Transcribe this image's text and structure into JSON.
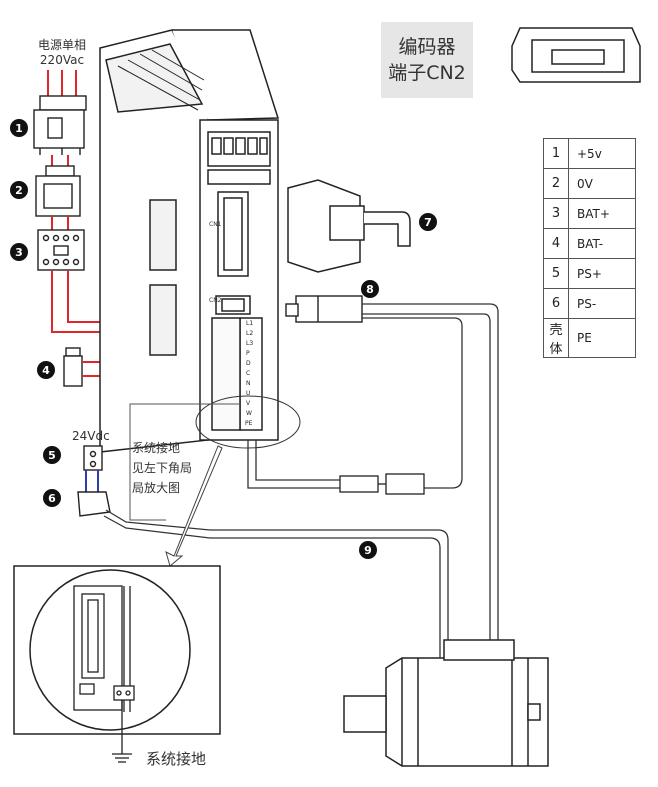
{
  "power_label": {
    "line1": "电源单相",
    "line2": "220Vac"
  },
  "encoder_title": {
    "line1": "编码器",
    "line2": "端子CN2"
  },
  "dc_label": "24Vdc",
  "ground_note": {
    "line1": "系统接地",
    "line2": "见左下角局",
    "line3": "局放大图"
  },
  "ground_label": "系统接地",
  "markers": [
    "1",
    "2",
    "3",
    "4",
    "5",
    "6",
    "7",
    "8",
    "9"
  ],
  "drive_labels": {
    "cn1": "CN1",
    "cn2": "CN2"
  },
  "terminal_labels": [
    "L1",
    "L2",
    "L3",
    "P",
    "D",
    "C",
    "N",
    "U",
    "V",
    "W",
    "PE"
  ],
  "pin_table": [
    {
      "pin": "1",
      "signal": "+5v"
    },
    {
      "pin": "2",
      "signal": "0V"
    },
    {
      "pin": "3",
      "signal": "BAT+"
    },
    {
      "pin": "4",
      "signal": "BAT-"
    },
    {
      "pin": "5",
      "signal": "PS+"
    },
    {
      "pin": "6",
      "signal": "PS-"
    },
    {
      "pin": "壳体",
      "signal": "PE"
    }
  ],
  "colors": {
    "wire_red": "#e0262b",
    "wire_blue": "#2e3ea6",
    "outline": "#222222",
    "label_bg": "#e6e6e6"
  }
}
